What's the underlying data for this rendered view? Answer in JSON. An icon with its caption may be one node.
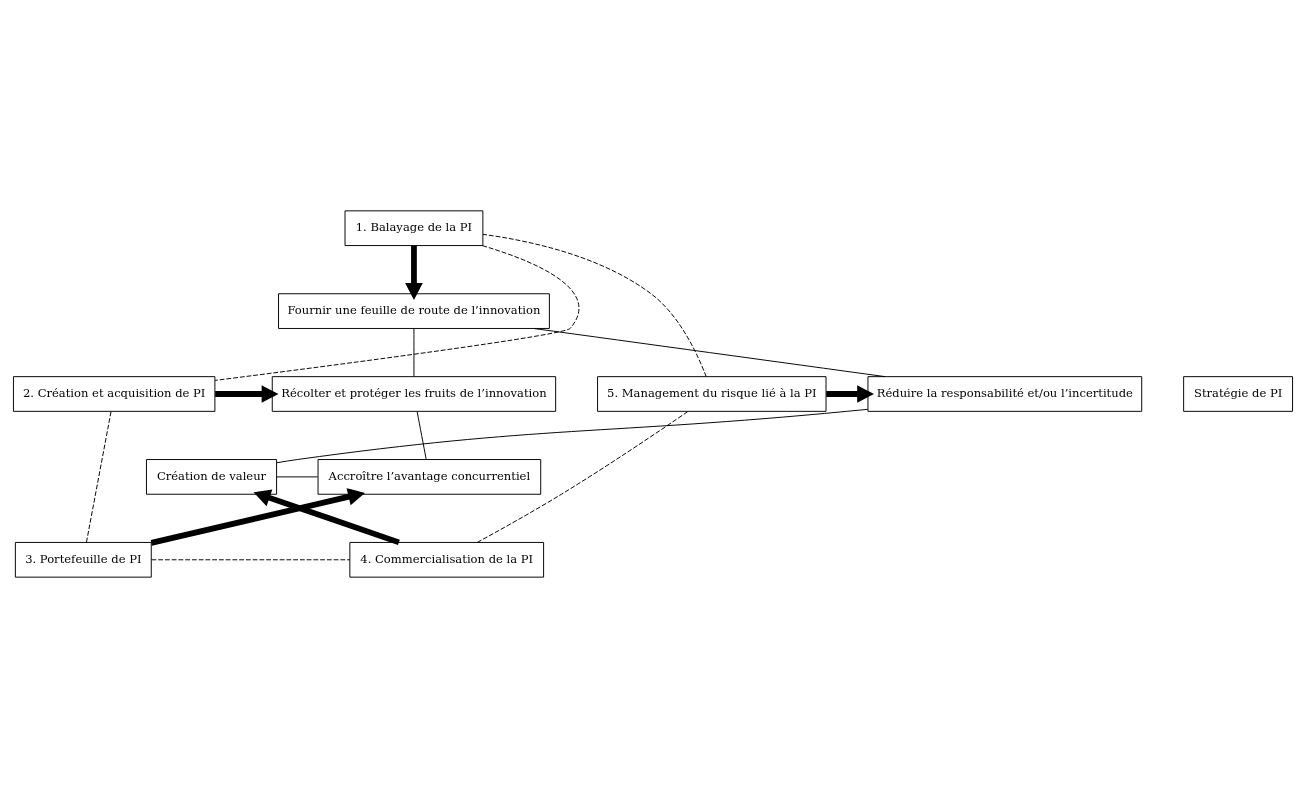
{
  "diagram": {
    "nodes": [
      {
        "text": [
          "1. Balayage de la PI"
        ]
      },
      {
        "text": [
          "Fournir une feuille de route de l’innovation"
        ]
      },
      {
        "text": [
          "5. Management du risque lié à la PI"
        ]
      },
      {
        "text": [
          "Réduire la responsabilité et/ou l’incertitude"
        ]
      },
      {
        "text": [
          "Stratégie de PI"
        ]
      },
      {
        "text": [
          "Récolter et protéger les fruits de l’innovation"
        ]
      },
      {
        "text": [
          "2. Création et acquisition de PI"
        ]
      },
      {
        "text": [
          "Création de valeur"
        ]
      },
      {
        "text": [
          "Accroître l’avantage concurrentiel"
        ]
      },
      {
        "text": [
          "4. Commercialisation de la PI"
        ]
      },
      {
        "text": [
          "3. Portefeuille de PI"
        ]
      }
    ],
    "edges": [
      {
        "from": 0,
        "to": 1,
        "arrow": "to",
        "style": "thick"
      },
      {
        "from": 6,
        "to": 5,
        "arrow": "to",
        "style": "thick"
      },
      {
        "from": 10,
        "to": 8,
        "arrow": "to",
        "style": "thick"
      },
      {
        "from": 9,
        "to": 7,
        "arrow": "to",
        "style": "thick"
      },
      {
        "from": 2,
        "to": 3,
        "arrow": "to",
        "style": "thick"
      },
      {
        "from": 0,
        "to": 6,
        "arrow": "none",
        "style": "dashed"
      },
      {
        "from": 6,
        "to": 10,
        "arrow": "none",
        "style": "dashed"
      },
      {
        "from": 10,
        "to": 9,
        "arrow": "none",
        "style": "dashed"
      },
      {
        "from": 9,
        "to": 2,
        "arrow": "none",
        "style": "dashed"
      },
      {
        "from": 2,
        "to": 0,
        "arrow": "none",
        "style": "dashed"
      },
      {
        "from": 1,
        "to": 5,
        "arrow": "none"
      },
      {
        "from": 5,
        "to": 8,
        "arrow": "none"
      },
      {
        "from": 8,
        "to": 7,
        "arrow": "none"
      },
      {
        "from": 7,
        "to": 3,
        "arrow": "none"
      },
      {
        "from": 3,
        "to": 1,
        "arrow": "none"
      }
    ]
  }
}
